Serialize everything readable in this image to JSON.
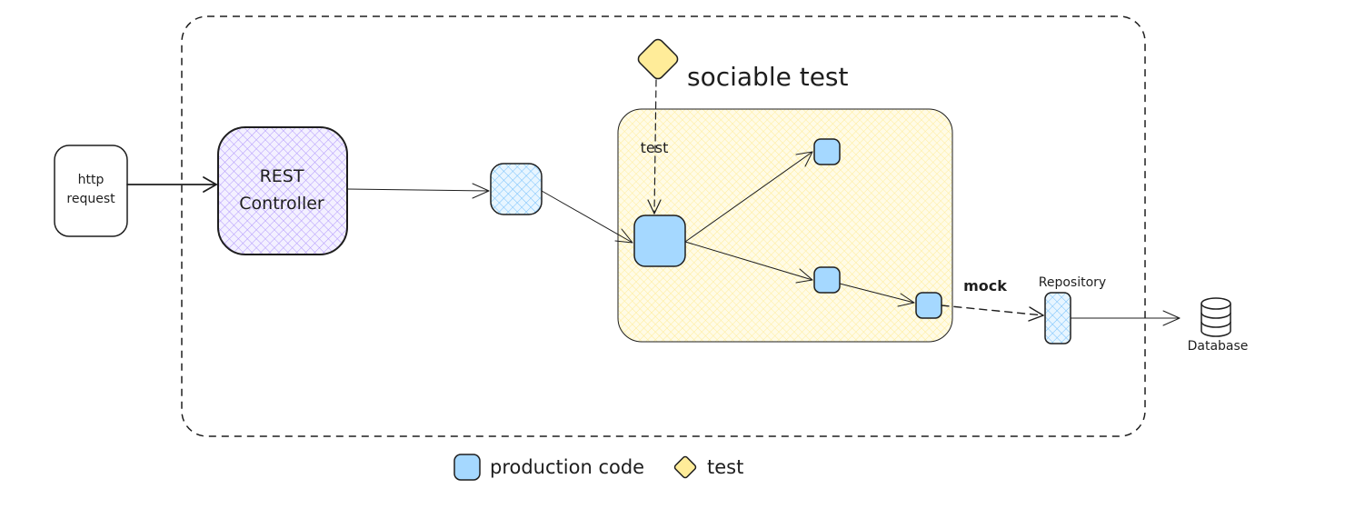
{
  "diagram": {
    "title": "sociable test",
    "http_request": {
      "line1": "http",
      "line2": "request"
    },
    "controller": {
      "line1": "REST",
      "line2": "Controller"
    },
    "test_edge_label": "test",
    "mock_label": "mock",
    "repository_label": "Repository",
    "database_label": "Database",
    "colors": {
      "production_fill": "#a5d8ff",
      "test_fill": "#ffec99",
      "sociable_area_fill": "#fff9db",
      "controller_fill": "#e5dbff",
      "stroke": "#1e1e1e"
    }
  },
  "legend": {
    "items": [
      {
        "icon": "blue-square-icon",
        "label": "production code"
      },
      {
        "icon": "yellow-diamond-icon",
        "label": "test"
      }
    ]
  }
}
